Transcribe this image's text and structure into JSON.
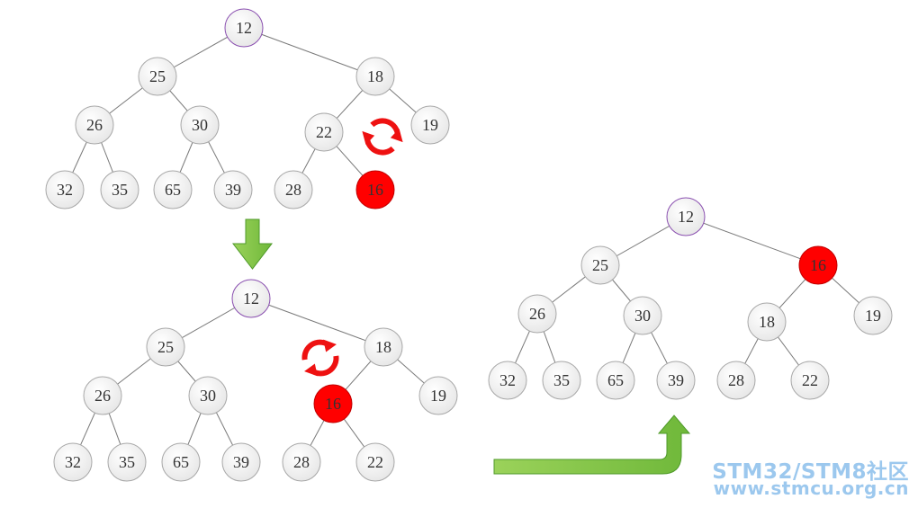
{
  "colors": {
    "node_fill": "#efefef",
    "node_stroke": "#a8a8a8",
    "root_stroke": "#8a4fb0",
    "highlight_fill": "#ff0000",
    "highlight_stroke": "#c00000",
    "edge": "#7a7a7a",
    "arrow_green": "#7cc242",
    "arrow_green_edge": "#4f9a2a",
    "swap_red": "#ee1111",
    "watermark": "#9cc8ee"
  },
  "trees": [
    {
      "id": "tree-before",
      "nodes": [
        {
          "label": "12",
          "type": "root"
        },
        {
          "label": "25"
        },
        {
          "label": "18"
        },
        {
          "label": "26"
        },
        {
          "label": "30"
        },
        {
          "label": "22"
        },
        {
          "label": "19"
        },
        {
          "label": "32"
        },
        {
          "label": "35"
        },
        {
          "label": "65"
        },
        {
          "label": "39"
        },
        {
          "label": "28"
        },
        {
          "label": "16",
          "type": "highlight"
        }
      ]
    },
    {
      "id": "tree-middle",
      "nodes": [
        {
          "label": "12",
          "type": "root"
        },
        {
          "label": "25"
        },
        {
          "label": "18"
        },
        {
          "label": "26"
        },
        {
          "label": "30"
        },
        {
          "label": "16",
          "type": "highlight"
        },
        {
          "label": "19"
        },
        {
          "label": "32"
        },
        {
          "label": "35"
        },
        {
          "label": "65"
        },
        {
          "label": "39"
        },
        {
          "label": "28"
        },
        {
          "label": "22"
        }
      ]
    },
    {
      "id": "tree-after",
      "nodes": [
        {
          "label": "12",
          "type": "root"
        },
        {
          "label": "25"
        },
        {
          "label": "16",
          "type": "highlight"
        },
        {
          "label": "26"
        },
        {
          "label": "30"
        },
        {
          "label": "18"
        },
        {
          "label": "19"
        },
        {
          "label": "32"
        },
        {
          "label": "35"
        },
        {
          "label": "65"
        },
        {
          "label": "39"
        },
        {
          "label": "28"
        },
        {
          "label": "22"
        }
      ]
    }
  ],
  "watermark": {
    "line1": "STM32/STM8社区",
    "line2": "www.stmcu.org.cn"
  }
}
